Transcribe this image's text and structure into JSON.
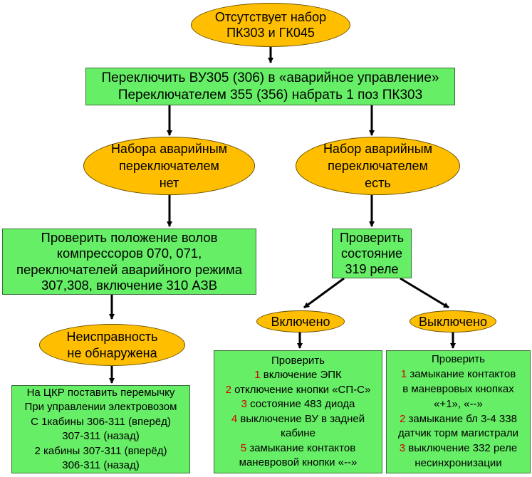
{
  "colors": {
    "ellipse_fill": "#ffbf00",
    "rect_fill": "#66ee66",
    "number": "#d40000"
  },
  "nodes": {
    "start": [
      "Отсутствует набор",
      "ПК303 и ГК045"
    ],
    "switch": [
      "Переключить ВУ305 (306) в «аварийное управление»",
      "Переключателем 355 (356) набрать 1 поз ПК303"
    ],
    "no_emergency": [
      "Набора аварийным",
      "переключателем",
      "нет"
    ],
    "has_emergency": [
      "Набор аварийным",
      "переключателем",
      "есть"
    ],
    "check_shafts": [
      "Проверить положение волов",
      "компрессоров 070, 071,",
      "переключателей аварийного режима",
      "307,308, включение 310 АЗВ"
    ],
    "check_relay": [
      "Проверить",
      "состояние",
      "319 реле"
    ],
    "no_fault": [
      "Неисправность",
      "не обнаружена"
    ],
    "on": "Включено",
    "off": "Выключено",
    "jumper": [
      "На ЦКР поставить перемычку",
      "При управлении электровозом",
      "С 1кабины 306-311 (вперёд)",
      "307-311 (назад)",
      "2 кабины 307-311 (вперёд)",
      "306-311 (назад)"
    ],
    "check_on": {
      "title": "Проверить",
      "items": [
        {
          "num": "1",
          "lines": [
            "включение ЭПК"
          ]
        },
        {
          "num": "2",
          "lines": [
            "отключение кнопки «СП-С»"
          ]
        },
        {
          "num": "3",
          "lines": [
            "состояние 483 диода"
          ]
        },
        {
          "num": "4",
          "lines": [
            "выключение ВУ в задней",
            "кабине"
          ]
        },
        {
          "num": "5",
          "lines": [
            "замыкание контактов",
            "маневровой кнопки «--»"
          ]
        }
      ]
    },
    "check_off": {
      "title": "Проверить",
      "items": [
        {
          "num": "1",
          "lines": [
            "замыкание контактов",
            "в маневровых кнопках",
            "«+1», «--»"
          ]
        },
        {
          "num": "2",
          "lines": [
            "замыкание бл 3-4 338",
            "датчик торм магистрали"
          ]
        },
        {
          "num": "3",
          "lines": [
            "выключение 332 реле",
            "несинхронизации"
          ]
        }
      ]
    }
  }
}
